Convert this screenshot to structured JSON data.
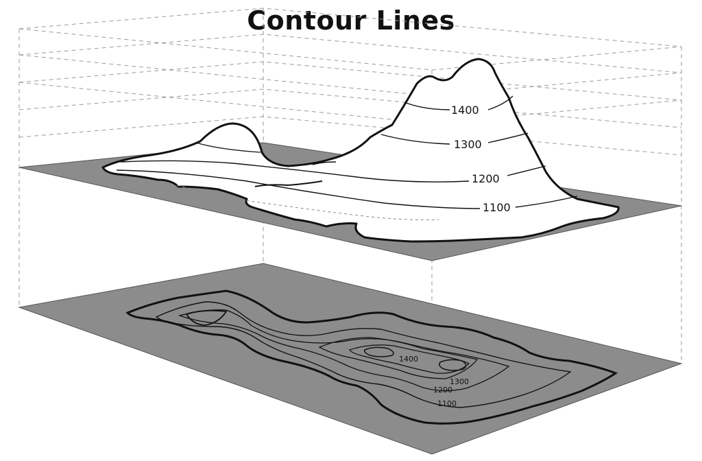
{
  "title": "Contour Lines",
  "colors": {
    "plane": "#8c8c8c",
    "terrain": "#ffffff",
    "outline": "#111111",
    "guide": "#9a9a9a"
  },
  "model": {
    "labels": [
      "1400",
      "1300",
      "1200",
      "1100"
    ]
  },
  "map": {
    "labels": [
      "1400",
      "1300",
      "1200",
      "1100"
    ]
  }
}
